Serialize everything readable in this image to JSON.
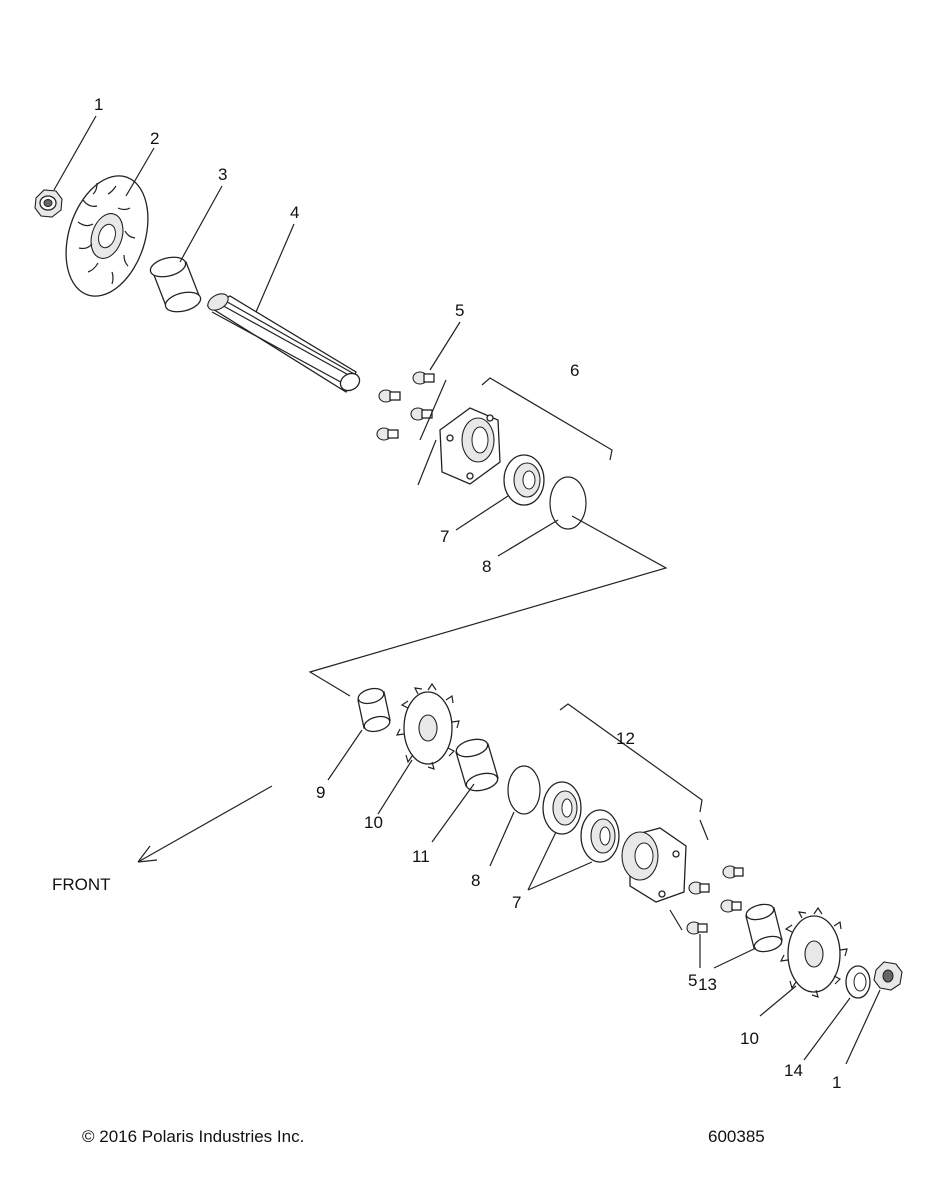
{
  "callouts": {
    "c1": "1",
    "c2": "2",
    "c3": "3",
    "c4": "4",
    "c5": "5",
    "c6": "6",
    "c7": "7",
    "c8": "8",
    "c9": "9",
    "c10": "10",
    "c11": "11",
    "c12": "12",
    "c13": "13",
    "c14": "14"
  },
  "front_label": "FRONT",
  "footer": {
    "copyright": "© 2016 Polaris Industries Inc.",
    "diagram_number": "600385"
  }
}
